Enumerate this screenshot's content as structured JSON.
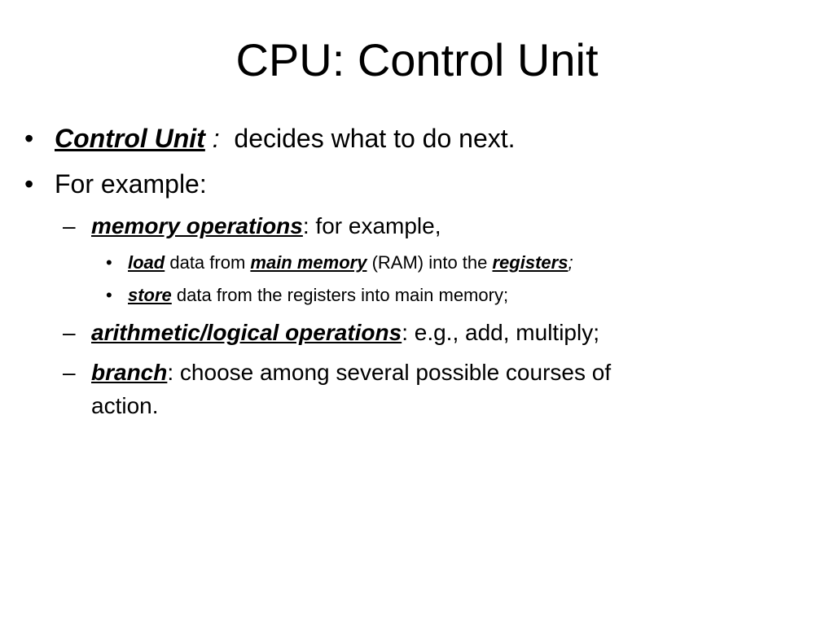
{
  "slide": {
    "title": "CPU: Control Unit",
    "bullet_char": "•",
    "dash_char": "–",
    "items": {
      "b1": {
        "term": "Control Unit",
        "colon": " : ",
        "text": "decides what to do next."
      },
      "b2": {
        "text": "For example:"
      },
      "mem": {
        "term": "memory operations",
        "text": ": for example,"
      },
      "load": {
        "term": "load",
        "t1": " data from ",
        "term2": "main memory",
        "t2": " (RAM) into the ",
        "term3": "registers",
        "t3": ";"
      },
      "store": {
        "term": "store",
        "text": " data from the registers into main memory;"
      },
      "arith": {
        "term": "arithmetic/logical operations",
        "text": ": e.g., add, multiply;"
      },
      "branch": {
        "term": "branch",
        "text": ": choose among several possible courses of",
        "text2": "action."
      }
    }
  }
}
